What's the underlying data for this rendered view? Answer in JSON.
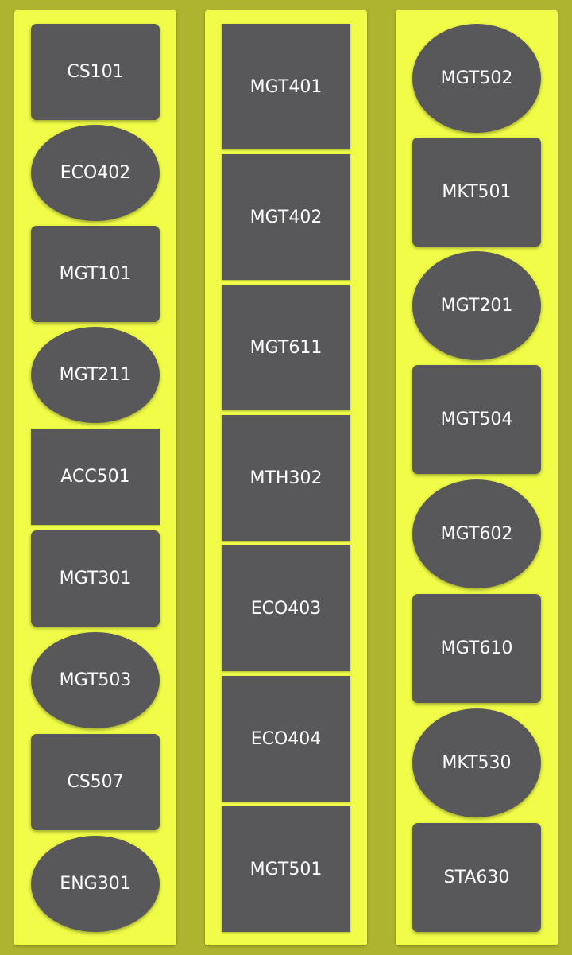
{
  "columns": [
    {
      "items": [
        {
          "label": "CS101",
          "shape": "rounded"
        },
        {
          "label": "ECO402",
          "shape": "oval"
        },
        {
          "label": "MGT101",
          "shape": "rounded"
        },
        {
          "label": "MGT211",
          "shape": "oval"
        },
        {
          "label": "ACC501",
          "shape": "square"
        },
        {
          "label": "MGT301",
          "shape": "rounded"
        },
        {
          "label": "MGT503",
          "shape": "oval"
        },
        {
          "label": "CS507",
          "shape": "rounded"
        },
        {
          "label": "ENG301",
          "shape": "oval"
        }
      ]
    },
    {
      "items": [
        {
          "label": "MGT401",
          "shape": "square"
        },
        {
          "label": "MGT402",
          "shape": "square"
        },
        {
          "label": "MGT611",
          "shape": "square"
        },
        {
          "label": "MTH302",
          "shape": "square"
        },
        {
          "label": "ECO403",
          "shape": "square"
        },
        {
          "label": "ECO404",
          "shape": "square"
        },
        {
          "label": "MGT501",
          "shape": "square"
        }
      ]
    },
    {
      "items": [
        {
          "label": "MGT502",
          "shape": "oval"
        },
        {
          "label": "MKT501",
          "shape": "rounded"
        },
        {
          "label": "MGT201",
          "shape": "oval"
        },
        {
          "label": "MGT504",
          "shape": "rounded"
        },
        {
          "label": "MGT602",
          "shape": "oval"
        },
        {
          "label": "MGT610",
          "shape": "rounded"
        },
        {
          "label": "MKT530",
          "shape": "oval"
        },
        {
          "label": "STA630",
          "shape": "rounded"
        }
      ]
    }
  ],
  "colors": {
    "background": "#adb42f",
    "column": "#f0fc47",
    "item": "#58585a",
    "text": "#ffffff"
  }
}
